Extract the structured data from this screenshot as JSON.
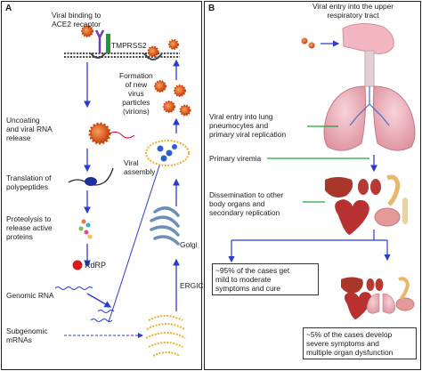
{
  "panel_a": {
    "label": "A",
    "binding_text": [
      "Viral binding to",
      "ACE2 receptor"
    ],
    "tmprss2": "TMPRSS2",
    "uncoating": [
      "Uncoating",
      "and viral RNA",
      "release"
    ],
    "translation": [
      "Translation of",
      "polypeptides"
    ],
    "proteolysis": [
      "Proteolysis to",
      "release active",
      "proteins"
    ],
    "rdrp": "RdRP",
    "genomic_rna": "Genomic RNA",
    "subgenomic": [
      "Subgenomic",
      "mRNAs"
    ],
    "formation": [
      "Formation",
      "of new",
      "virus",
      "particles",
      "(virions)"
    ],
    "assembly": [
      "Viral",
      "assembly"
    ],
    "golgi": "Golgi",
    "ergic": "ERGIC",
    "colors": {
      "arrow": "#2b3ccc",
      "virus": "#d9561d",
      "receptor": "#6b3fb0",
      "tmprss2": "#1e9a3a",
      "rdrp": "#d41c1c"
    }
  },
  "panel_b": {
    "label": "B",
    "entry_upper": [
      "Viral entry into the upper",
      "respiratory tract"
    ],
    "entry_lung": [
      "Viral entry into lung",
      "pneumocytes and",
      "primary viral replication"
    ],
    "viremia": "Primary viremia",
    "dissemination": [
      "Dissemination to other",
      "body organs and",
      "secondary replication"
    ],
    "mild_box": [
      "~95% of the cases get",
      "mild to moderate",
      "symptoms and cure"
    ],
    "severe_box": [
      "~5% of the cases develop",
      "severe symptoms and",
      "multiple organ dysfunction"
    ],
    "colors": {
      "arrow": "#2b3ccc",
      "pointer": "#23a23a"
    }
  }
}
